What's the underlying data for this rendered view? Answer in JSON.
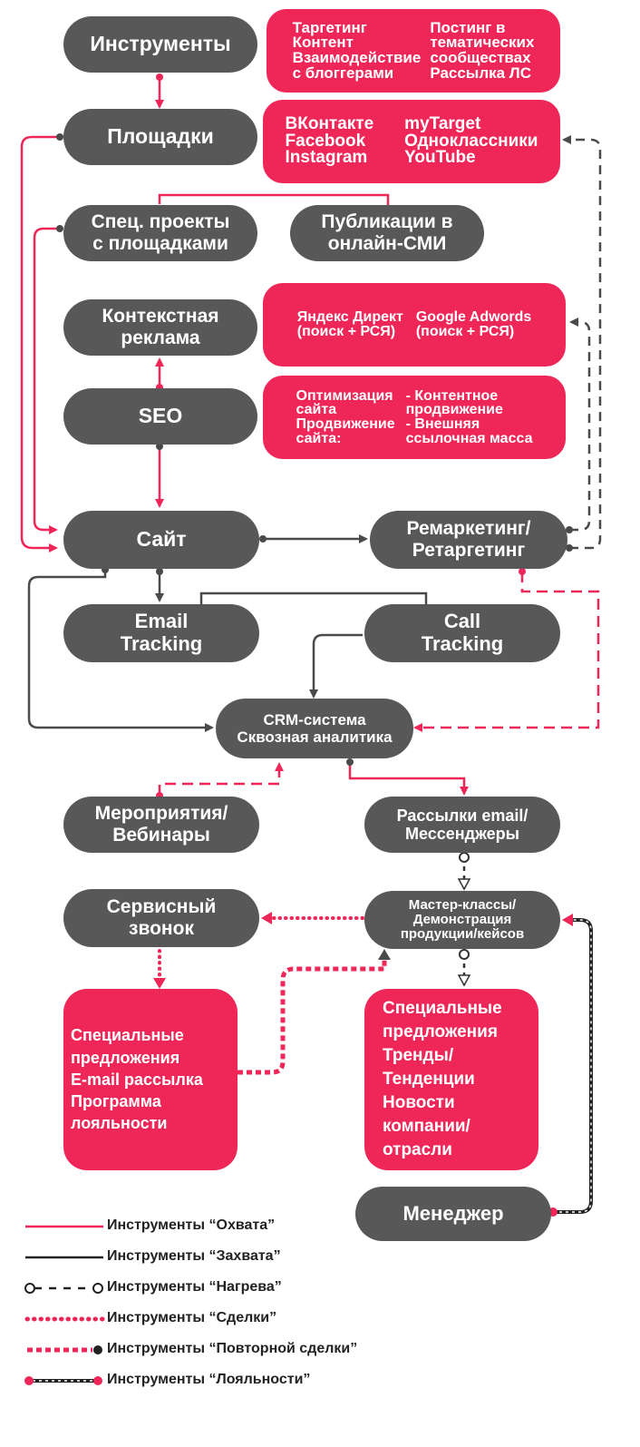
{
  "nodes": {
    "instruments": [
      "Инструменты"
    ],
    "platforms": [
      "Площадки"
    ],
    "special_projects": [
      "Спец. проекты",
      "с площадками"
    ],
    "publications": [
      "Публикации в",
      "онлайн-СМИ"
    ],
    "context_ads": [
      "Контекстная",
      "реклама"
    ],
    "seo": [
      "SEO"
    ],
    "site": [
      "Сайт"
    ],
    "remarketing": [
      "Ремаркетинг/",
      "Ретаргетинг"
    ],
    "email_tracking": [
      "Email",
      "Tracking"
    ],
    "call_tracking": [
      "Call",
      "Tracking"
    ],
    "crm": [
      "CRM-система",
      "Сквозная аналитика"
    ],
    "events": [
      "Мероприятия/",
      "Вебинары"
    ],
    "mailings": [
      "Рассылки email/",
      "Мессенджеры"
    ],
    "service_call": [
      "Сервисный",
      "звонок"
    ],
    "master_classes": [
      "Мастер-классы/",
      "Демонстрация",
      "продукции/кейсов"
    ],
    "manager": [
      "Менеджер"
    ]
  },
  "pink_boxes": {
    "instruments_box": {
      "col1": [
        "Таргетинг",
        "Контент",
        "Взаимодействие",
        "с блоггерами"
      ],
      "col2": [
        "Постинг в",
        "тематических",
        "сообществах",
        "Рассылка ЛС"
      ]
    },
    "platforms_box": {
      "col1": [
        "ВКонтакте",
        "Facebook",
        "Instagram"
      ],
      "col2": [
        "myTarget",
        "Одноклассники",
        "YouTube"
      ]
    },
    "context_box": {
      "col1": [
        "Яндекс Директ",
        "(поиск + РСЯ)"
      ],
      "col2": [
        "Google Adwords",
        "(поиск + РСЯ)"
      ]
    },
    "seo_box": {
      "col1": [
        "Оптимизация",
        "сайта",
        "Продвижение",
        "сайта:"
      ],
      "col2": [
        "- Контентное",
        "продвижение",
        "- Внешняя",
        "ссылочная масса"
      ]
    },
    "repeat_offers": [
      "Специальные",
      "предложения",
      "E-mail рассылка",
      "Программа",
      "лояльности"
    ],
    "special_offers": [
      "Специальные",
      "предложения",
      "Тренды/",
      "Тенденции",
      "Новости",
      "компании/",
      "отрасли"
    ]
  },
  "legend": [
    {
      "label": "Инструменты “Охвата”",
      "style": "coverage"
    },
    {
      "label": "Инструменты “Захвата”",
      "style": "capture"
    },
    {
      "label": "Инструменты “Нагрева”",
      "style": "warming"
    },
    {
      "label": "Инструменты “Сделки”",
      "style": "deal"
    },
    {
      "label": "Инструменты “Повторной сделки”",
      "style": "repeat"
    },
    {
      "label": "Инструменты “Лояльности”",
      "style": "loyalty"
    }
  ],
  "colors": {
    "gray": "#585858",
    "pink": "#ee2758",
    "dark": "#4a4a4a"
  }
}
